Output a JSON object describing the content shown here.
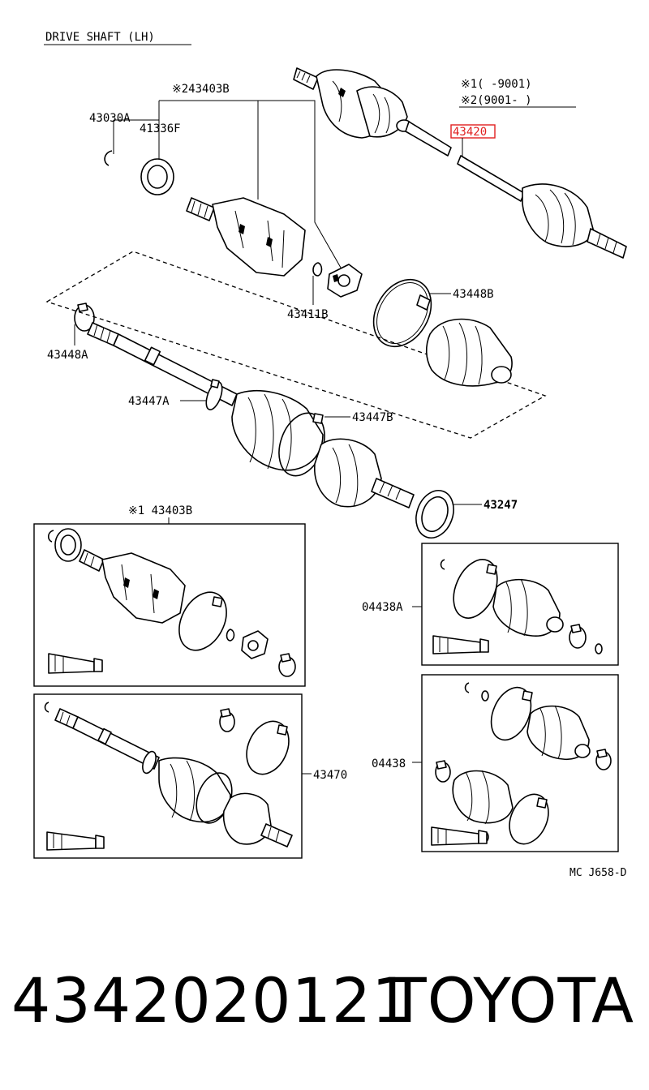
{
  "diagram": {
    "title": "DRIVE SHAFT (LH)",
    "notes": {
      "note1": "※1(     -9001)",
      "note2": "※2(9001-     )"
    },
    "labels": {
      "l43403B_2": "※243403B",
      "l43030A": "43030A",
      "l41336F": "41336F",
      "l43420": "43420",
      "l43411B": "43411B",
      "l43448B": "43448B",
      "l43448A": "43448A",
      "l43447A": "43447A",
      "l43447B": "43447B",
      "l43403B_1": "※1 43403B",
      "l43247": "43247",
      "l04438A": "04438A",
      "l43470": "43470",
      "l04438": "04438",
      "code": "MC J658-D"
    }
  },
  "footer": {
    "part_number": "4342020121",
    "brand": "TOYOTA"
  },
  "colors": {
    "highlight": "#e02020",
    "line": "#000000",
    "background": "#ffffff"
  }
}
